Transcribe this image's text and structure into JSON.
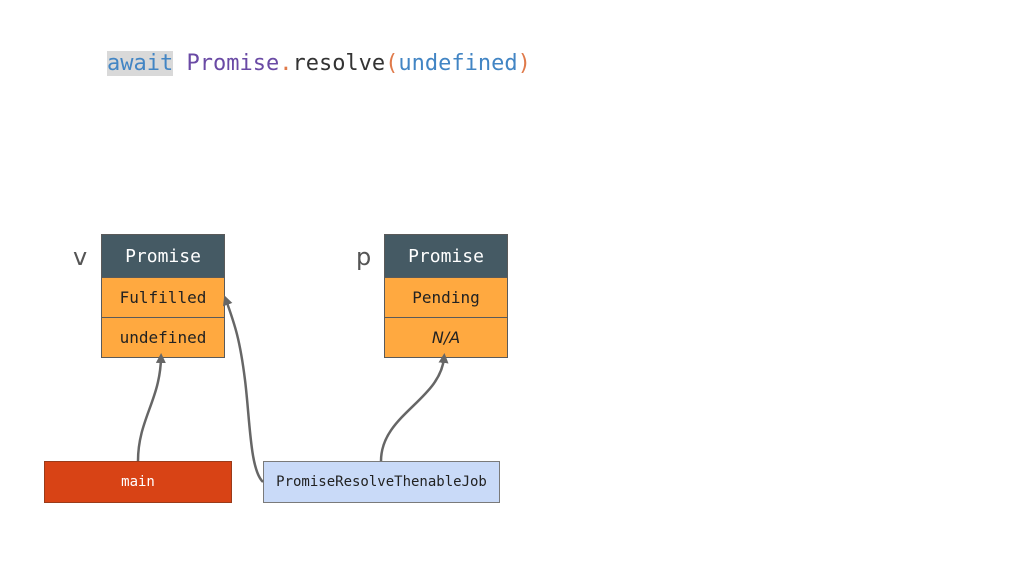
{
  "code": {
    "await": "await",
    "cls": "Promise",
    "dot": ".",
    "fn": "resolve",
    "open": "(",
    "arg": "undefined",
    "close": ")"
  },
  "promise_v": {
    "var": "v",
    "title": "Promise",
    "state": "Fulfilled",
    "value": "undefined"
  },
  "promise_p": {
    "var": "p",
    "title": "Promise",
    "state": "Pending",
    "value": "N/A"
  },
  "jobs": {
    "main": "main",
    "thenable": "PromiseResolveThenableJob"
  },
  "colors": {
    "promise_header": "#455a64",
    "promise_cell": "#ffa940",
    "main_job": "#d84315",
    "thenable_job": "#c9daf8",
    "arrow": "#666666"
  }
}
